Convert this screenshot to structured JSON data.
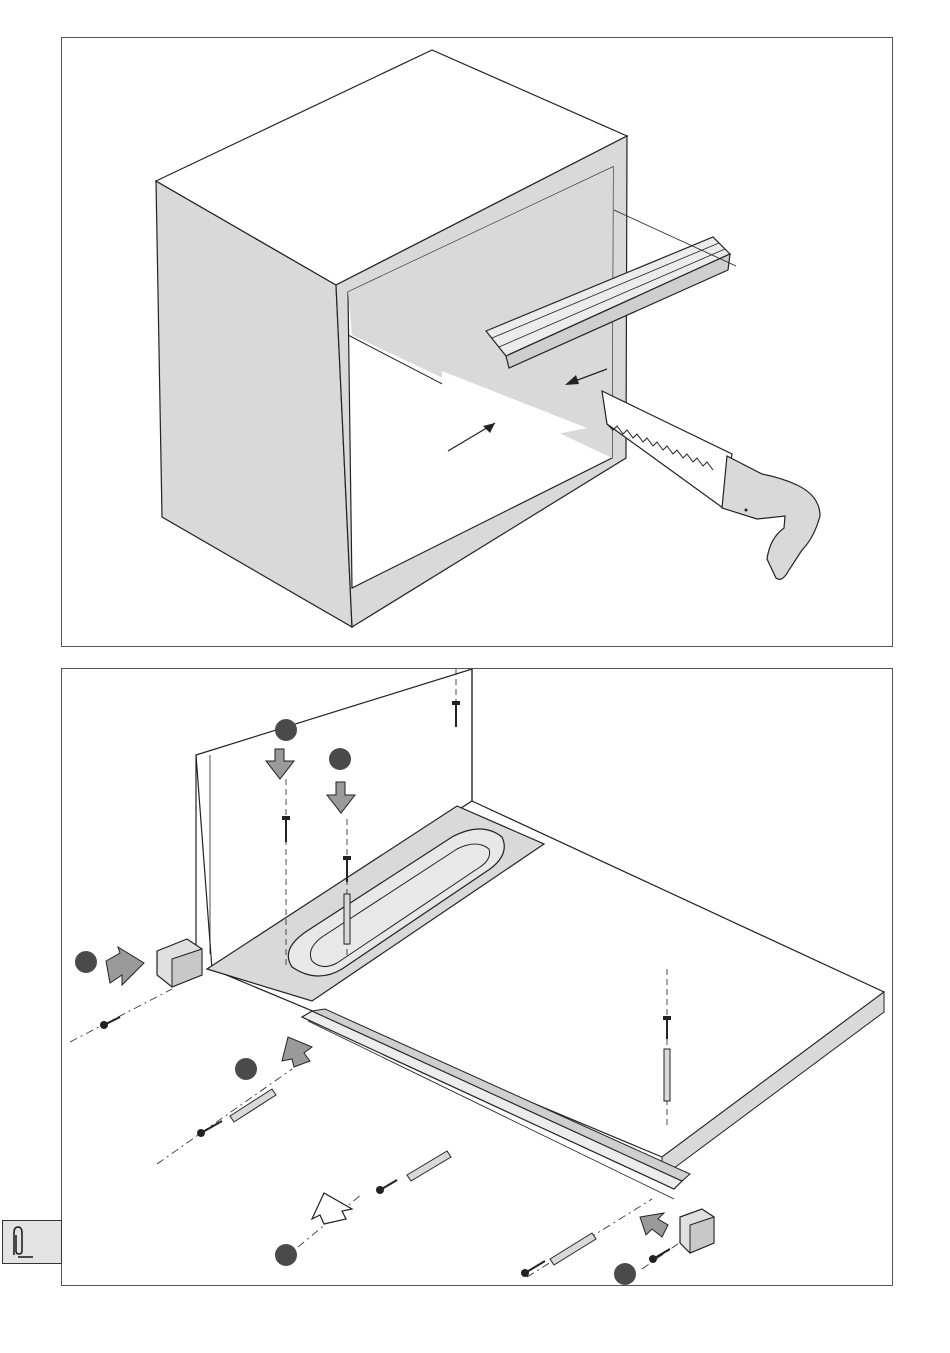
{
  "document": {
    "kind": "assembly-instructions",
    "panels": [
      {
        "id": "cut-rail-step",
        "icons": [
          "cabinet-icon",
          "rail-profile-icon",
          "hand-saw-icon",
          "arrow-icon"
        ]
      },
      {
        "id": "mount-tray-step",
        "icons": [
          "step-marker-icon",
          "arrow-icon",
          "screw-icon",
          "wall-plug-icon",
          "end-cap-icon",
          "rail-profile-icon",
          "tray-icon"
        ]
      }
    ],
    "side_tab": {
      "icon": "paperclip-icon"
    }
  },
  "colors": {
    "frame": "#555555",
    "line": "#222222",
    "panel_shade": "#d9d9d9",
    "badge": "#4a4a4a",
    "arrow_fill": "#9a9a9a",
    "tab_fill": "#e3e3e3"
  }
}
